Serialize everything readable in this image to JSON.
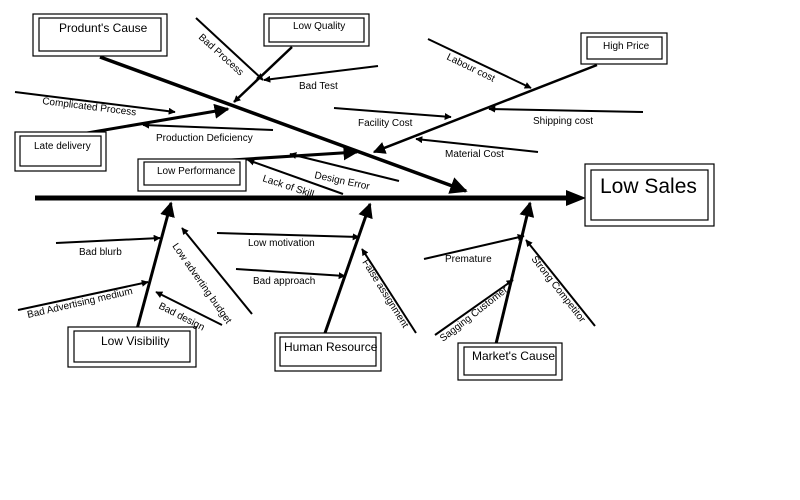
{
  "effect": {
    "label": "Low Sales"
  },
  "categories": {
    "product": "Produnt's Cause",
    "low_quality": "Low Quality",
    "high_price": "High Price",
    "late_delivery": "Late delivery",
    "low_performance": "Low Performance",
    "low_visibility": "Low Visibility",
    "human_resource": "Human Resource",
    "market": "Market's Cause"
  },
  "causes": {
    "bad_process": "Bad Process",
    "bad_test": "Bad Test",
    "labour_cost": "Labour cost",
    "complicated_process": "Complicated Process",
    "production_deficiency": "Production Deficiency",
    "facility_cost": "Facility Cost",
    "shipping_cost": "Shipping cost",
    "material_cost": "Material Cost",
    "design_error": "Design Error",
    "lack_of_skill": "Lack of Skill",
    "bad_blurb": "Bad blurb",
    "low_adverting_budget": "Low adverting budget",
    "bad_advertising_medium": "Bad Advertising medium",
    "bad_design": "Bad design",
    "low_motivation": "Low motivation",
    "bad_approach": "Bad approach",
    "false_assignment": "False assignment",
    "premature": "Premature",
    "strong_competitor": "Strong Competitor",
    "sagging_customer": "Sagging Customer"
  }
}
